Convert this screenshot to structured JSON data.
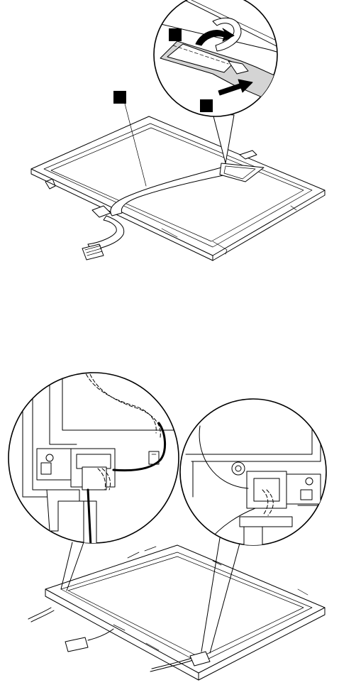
{
  "figure": {
    "step_markers": [
      {
        "id": "marker-1",
        "label": ""
      },
      {
        "id": "marker-2",
        "label": ""
      },
      {
        "id": "marker-3",
        "label": ""
      }
    ],
    "panels": [
      {
        "id": "upper",
        "subject": "lcd-panel-cable-removal"
      },
      {
        "id": "lower",
        "subject": "antenna-cable-routing"
      }
    ]
  }
}
